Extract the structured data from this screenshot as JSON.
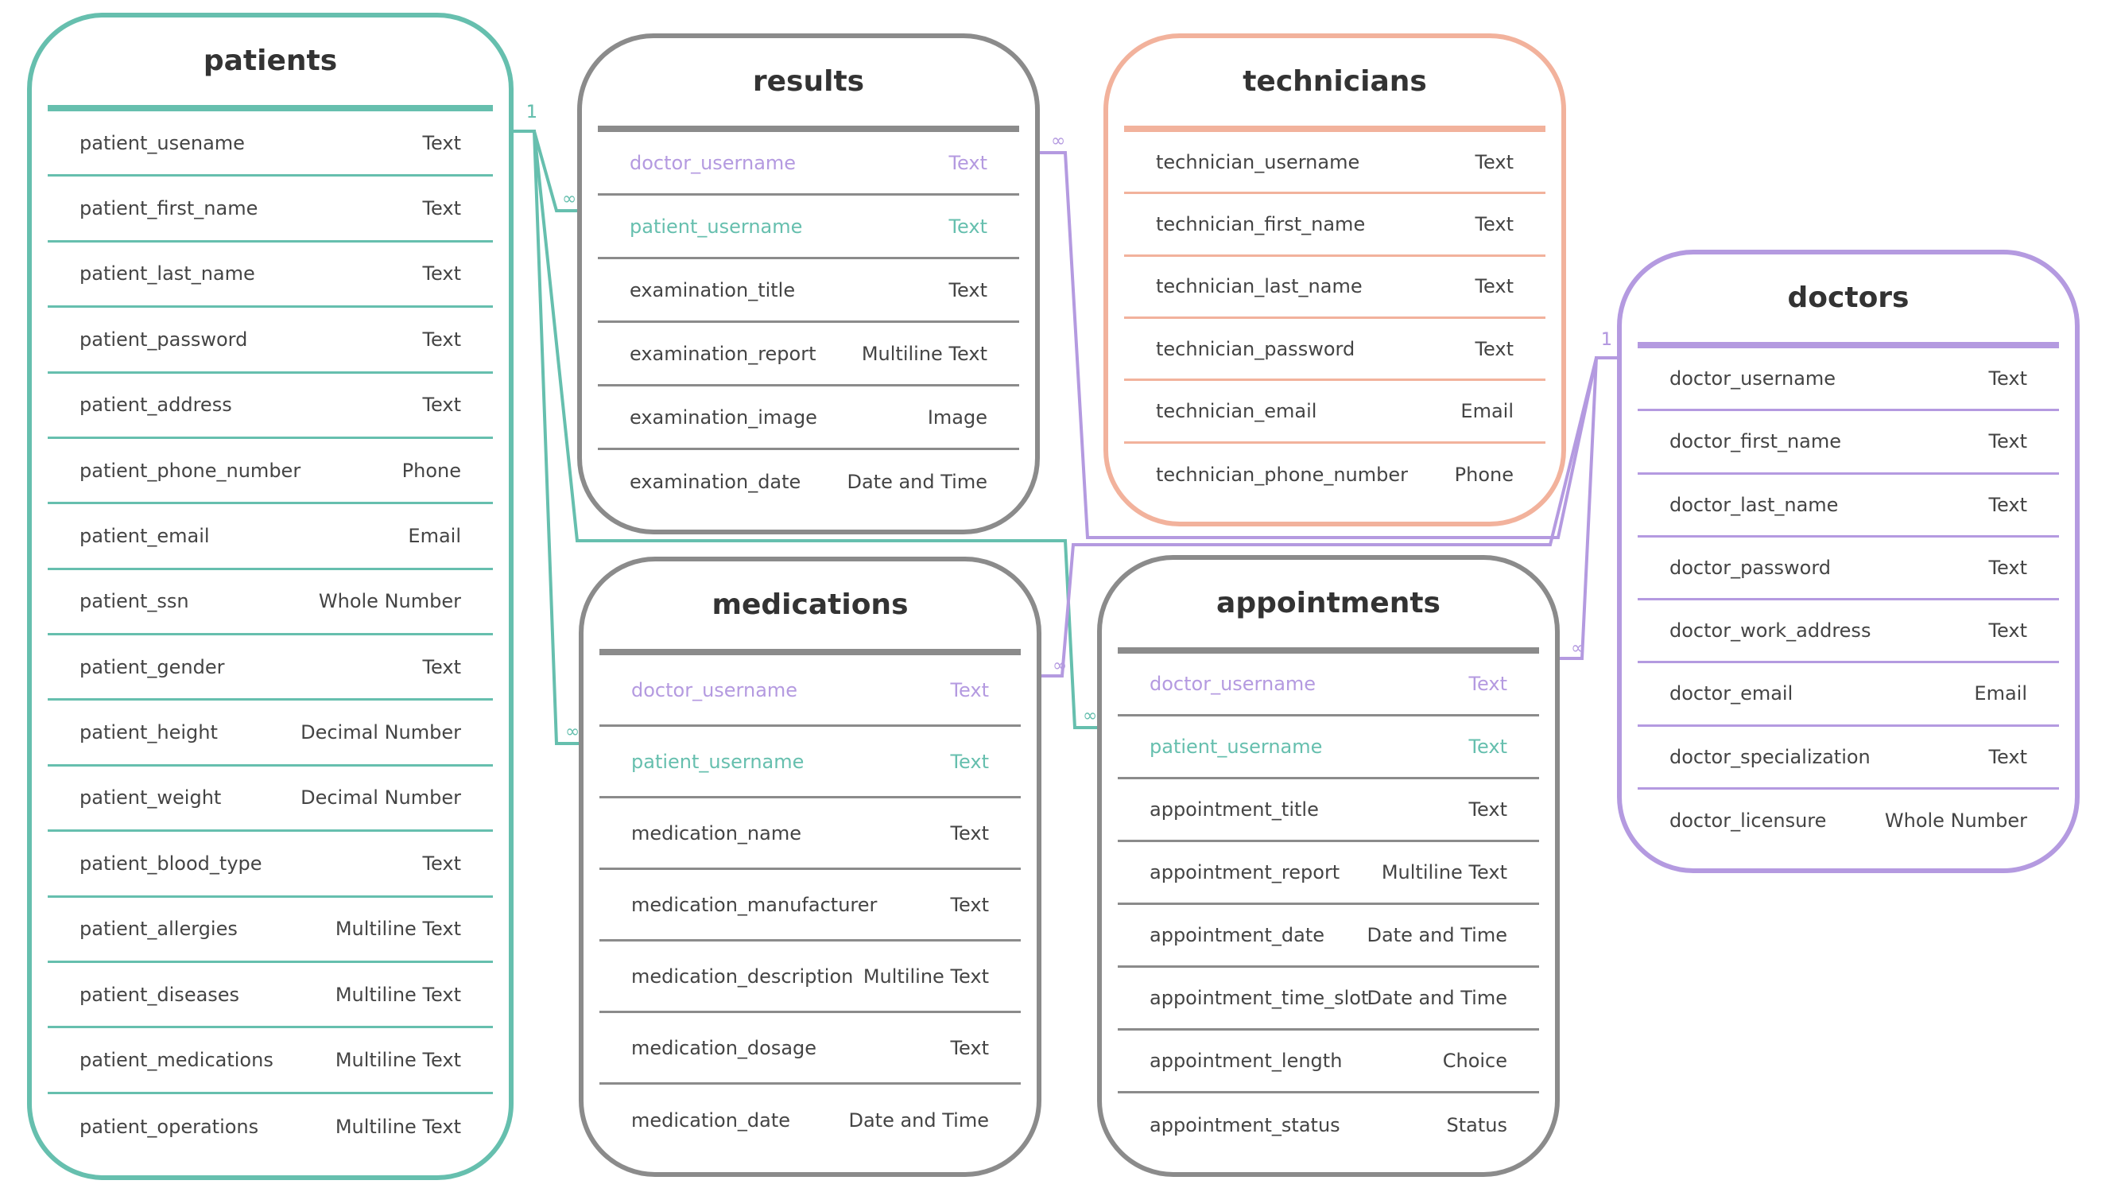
{
  "colors": {
    "patients": "#66bfae",
    "results": "#8b8b8b",
    "technicians": "#f2b29c",
    "doctors": "#b49ae0",
    "medications": "#8b8b8b",
    "appointments": "#8b8b8b",
    "rule_gray": "#8b8b8b",
    "text": "#444444"
  },
  "tables": [
    {
      "id": "patients",
      "title": "patients",
      "fields": [
        {
          "name": "patient_usename",
          "type": "Text"
        },
        {
          "name": "patient_first_name",
          "type": "Text"
        },
        {
          "name": "patient_last_name",
          "type": "Text"
        },
        {
          "name": "patient_password",
          "type": "Text"
        },
        {
          "name": "patient_address",
          "type": "Text"
        },
        {
          "name": "patient_phone_number",
          "type": "Phone"
        },
        {
          "name": "patient_email",
          "type": "Email"
        },
        {
          "name": "patient_ssn",
          "type": "Whole Number"
        },
        {
          "name": "patient_gender",
          "type": "Text"
        },
        {
          "name": "patient_height",
          "type": "Decimal Number"
        },
        {
          "name": "patient_weight",
          "type": "Decimal Number"
        },
        {
          "name": "patient_blood_type",
          "type": "Text"
        },
        {
          "name": "patient_allergies",
          "type": "Multiline Text"
        },
        {
          "name": "patient_diseases",
          "type": "Multiline Text"
        },
        {
          "name": "patient_medications",
          "type": "Multiline Text"
        },
        {
          "name": "patient_operations",
          "type": "Multiline Text"
        }
      ]
    },
    {
      "id": "results",
      "title": "results",
      "fields": [
        {
          "name": "doctor_username",
          "type": "Text",
          "fk": "doctors"
        },
        {
          "name": "patient_username",
          "type": "Text",
          "fk": "patients"
        },
        {
          "name": "examination_title",
          "type": "Text"
        },
        {
          "name": "examination_report",
          "type": "Multiline Text"
        },
        {
          "name": "examination_image",
          "type": "Image"
        },
        {
          "name": "examination_date",
          "type": "Date and Time"
        }
      ]
    },
    {
      "id": "technicians",
      "title": "technicians",
      "fields": [
        {
          "name": "technician_username",
          "type": "Text"
        },
        {
          "name": "technician_first_name",
          "type": "Text"
        },
        {
          "name": "technician_last_name",
          "type": "Text"
        },
        {
          "name": "technician_password",
          "type": "Text"
        },
        {
          "name": "technician_email",
          "type": "Email"
        },
        {
          "name": "technician_phone_number",
          "type": "Phone"
        }
      ]
    },
    {
      "id": "doctors",
      "title": "doctors",
      "fields": [
        {
          "name": "doctor_username",
          "type": "Text"
        },
        {
          "name": "doctor_first_name",
          "type": "Text"
        },
        {
          "name": "doctor_last_name",
          "type": "Text"
        },
        {
          "name": "doctor_password",
          "type": "Text"
        },
        {
          "name": "doctor_work_address",
          "type": "Text"
        },
        {
          "name": "doctor_email",
          "type": "Email"
        },
        {
          "name": "doctor_specialization",
          "type": "Text"
        },
        {
          "name": "doctor_licensure",
          "type": "Whole Number"
        }
      ]
    },
    {
      "id": "medications",
      "title": "medications",
      "fields": [
        {
          "name": "doctor_username",
          "type": "Text",
          "fk": "doctors"
        },
        {
          "name": "patient_username",
          "type": "Text",
          "fk": "patients"
        },
        {
          "name": "medication_name",
          "type": "Text"
        },
        {
          "name": "medication_manufacturer",
          "type": "Text"
        },
        {
          "name": "medication_description",
          "type": "Multiline Text"
        },
        {
          "name": "medication_dosage",
          "type": "Text"
        },
        {
          "name": "medication_date",
          "type": "Date and Time"
        }
      ]
    },
    {
      "id": "appointments",
      "title": "appointments",
      "fields": [
        {
          "name": "doctor_username",
          "type": "Text",
          "fk": "doctors"
        },
        {
          "name": "patient_username",
          "type": "Text",
          "fk": "patients"
        },
        {
          "name": "appointment_title",
          "type": "Text"
        },
        {
          "name": "appointment_report",
          "type": "Multiline Text"
        },
        {
          "name": "appointment_date",
          "type": "Date and Time"
        },
        {
          "name": "appointment_time_slot",
          "type": "Date and Time"
        },
        {
          "name": "appointment_length",
          "type": "Choice"
        },
        {
          "name": "appointment_status",
          "type": "Status"
        }
      ]
    }
  ],
  "relationships": [
    {
      "from": "patients",
      "to": "results",
      "from_label": "1",
      "to_label": "∞"
    },
    {
      "from": "patients",
      "to": "medications",
      "from_label": "1",
      "to_label": "∞"
    },
    {
      "from": "patients",
      "to": "appointments",
      "from_label": "1",
      "to_label": "∞"
    },
    {
      "from": "doctors",
      "to": "results",
      "from_label": "1",
      "to_label": "∞"
    },
    {
      "from": "doctors",
      "to": "medications",
      "from_label": "1",
      "to_label": "∞"
    },
    {
      "from": "doctors",
      "to": "appointments",
      "from_label": "1",
      "to_label": "∞"
    }
  ]
}
